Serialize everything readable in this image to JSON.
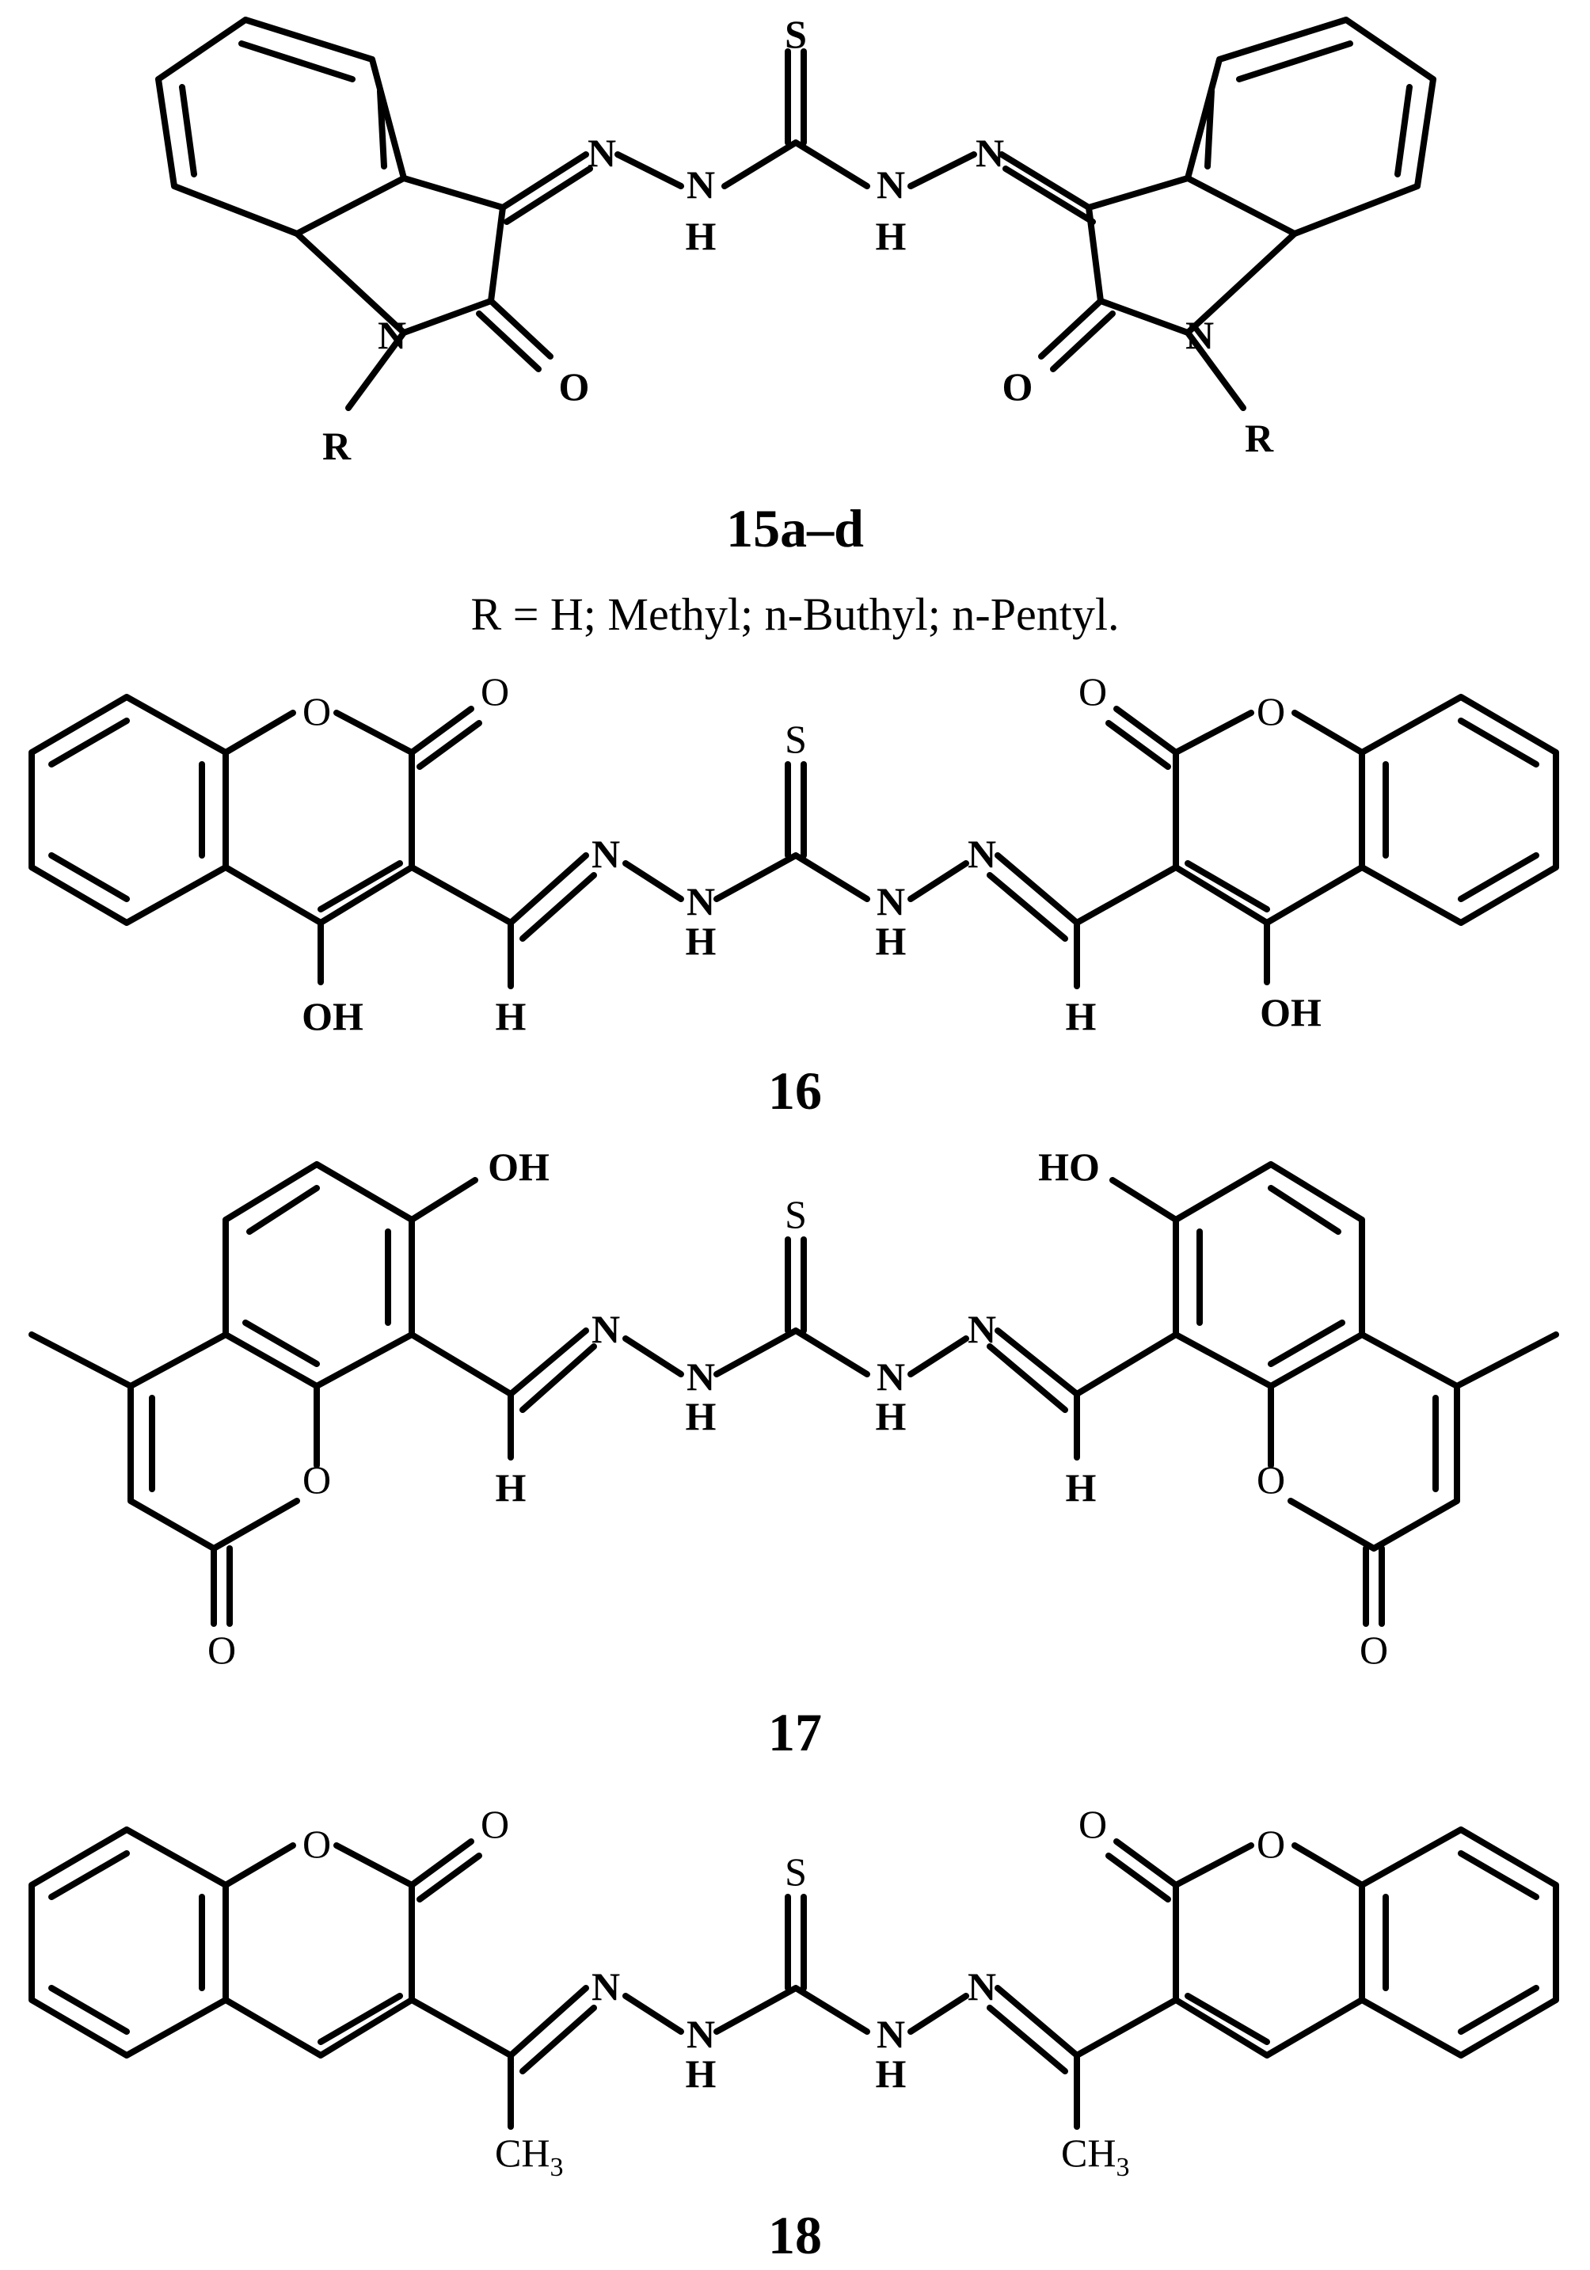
{
  "atom_labels": {
    "S": "S",
    "N": "N",
    "H": "H",
    "O": "O",
    "R": "R",
    "OH": "OH",
    "HO": "HO",
    "CH": "CH",
    "sub3": "3"
  },
  "structures": [
    {
      "caption": "15a–d",
      "note": "R = H; Methyl; n-Buthyl; n-Pentyl."
    },
    {
      "caption": "16"
    },
    {
      "caption": "17"
    },
    {
      "caption": "18"
    }
  ]
}
